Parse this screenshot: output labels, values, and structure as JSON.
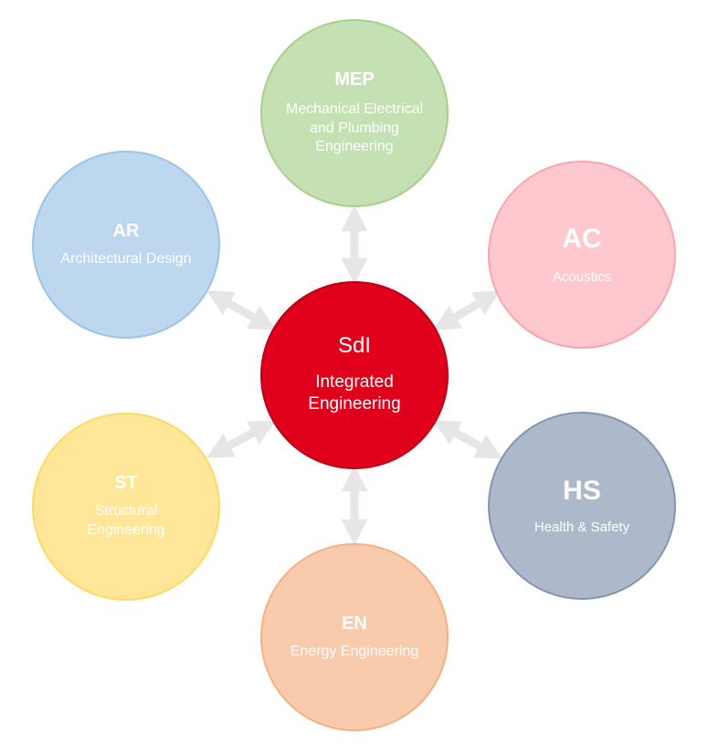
{
  "center": {
    "abbr": "SdI",
    "label": "Integrated Engineering",
    "fill": "#e0001b",
    "border": "#c00017"
  },
  "nodes": {
    "mep": {
      "abbr": "MEP",
      "label": "Mechanical Electrical and Plumbing Engineering",
      "fill": "#c5e0b3",
      "border": "#a8d08d"
    },
    "ar": {
      "abbr": "AR",
      "label": "Architectural Design",
      "fill": "#bdd7ee",
      "border": "#9dc3e6"
    },
    "ac": {
      "abbr": "AC",
      "label": "Acoustics",
      "fill": "#ffc7ce",
      "border": "#f4a7af"
    },
    "st": {
      "abbr": "ST",
      "label": "Structural Engineering",
      "fill": "#ffe699",
      "border": "#ffd966"
    },
    "hs": {
      "abbr": "HS",
      "label": "Health & Safety",
      "fill": "#adb9ca",
      "border": "#8497b0"
    },
    "en": {
      "abbr": "EN",
      "label": "Energy Engineering",
      "fill": "#f8cbad",
      "border": "#f4b183"
    }
  },
  "arrow_color": "#e6e6e6"
}
